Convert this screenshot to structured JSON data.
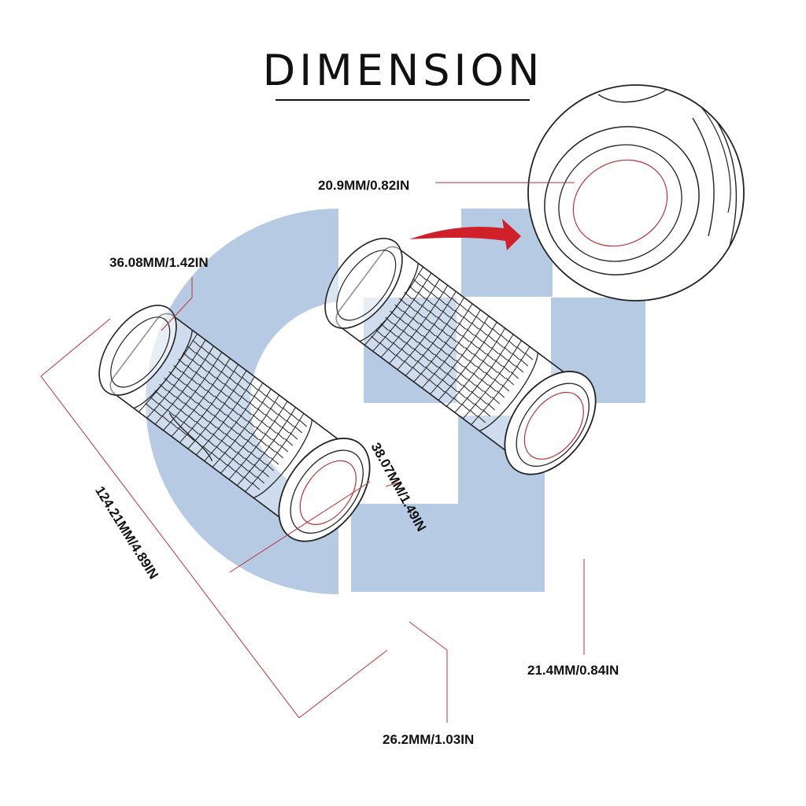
{
  "title": "DIMENSION",
  "dimensions": {
    "inner_diameter_detail": "20.9MM/0.82IN",
    "grip_end_outer": "36.08MM/1.42IN",
    "grip_diameter": "38.07MM/1.49IN",
    "total_length": "124.21MM/4.89IN",
    "inner_diameter_right": "21.4MM/0.84IN",
    "inner_diameter_left": "26.2MM/1.03IN"
  },
  "colors": {
    "leader_line": "#b8323a",
    "arrow": "#d0202a",
    "watermark": "#a9c1de",
    "outline": "#222222"
  }
}
